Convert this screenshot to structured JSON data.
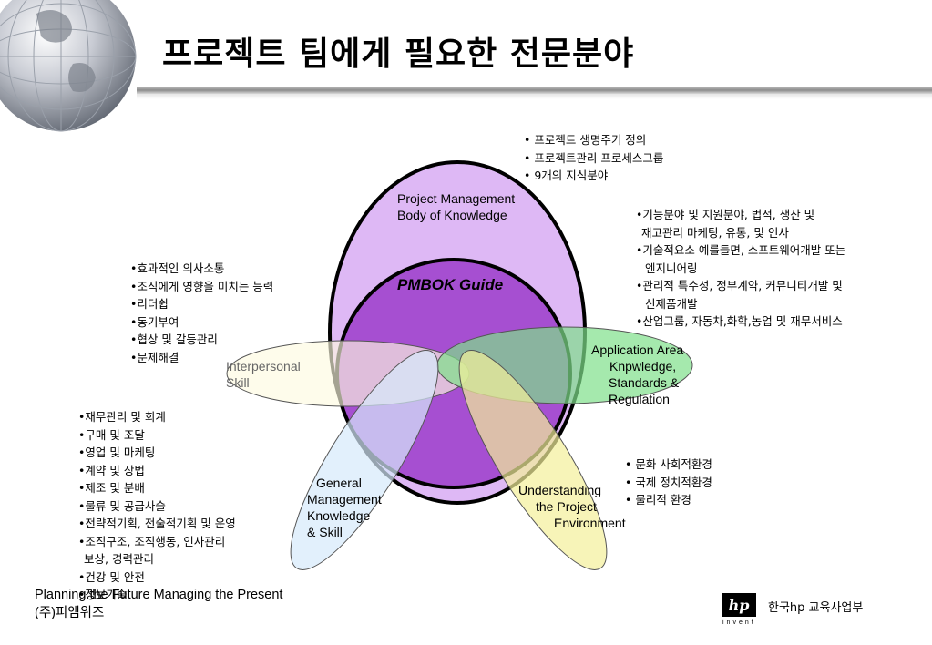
{
  "slide": {
    "title": "프로젝트 팀에게 필요한 전문분야"
  },
  "diagram": {
    "pm_body_label_line1": "Project Management",
    "pm_body_label_line2": "Body of Knowledge",
    "pmbok_guide": "PMBOK Guide",
    "interpersonal_line1": "Interpersonal",
    "interpersonal_line2": "Skill",
    "application_line1": "Application Area",
    "application_line2": "Knpwledge,",
    "application_line3": "Standards &",
    "application_line4": "Regulation",
    "general_line1": "General",
    "general_line2": "Management",
    "general_line3": "Knowledge",
    "general_line4": "& Skill",
    "environment_line1": "Understanding",
    "environment_line2": "the Project",
    "environment_line3": "Environment"
  },
  "lists": {
    "pm_notes": [
      "• 프로젝트 생명주기 정의",
      "• 프로젝트관리 프로세스그룹",
      "• 9개의 지식분야"
    ],
    "application_notes": [
      "•기능분야 및 지원분야, 법적, 생산 및",
      "  재고관리 마케팅, 유통, 및 인사",
      "•기술적요소 예를들면, 소프트웨어개발 또는",
      "  엔지니어링",
      "•관리적 특수성, 정부계약, 커뮤니티개발 및",
      "  신제품개발",
      "•산업그룹, 자동차,화학,농업 및 재무서비스"
    ],
    "interpersonal_notes": [
      "•효과적인 의사소통",
      "•조직에게 영향을 미치는 능력",
      "•리더쉽",
      "•동기부여",
      "•협상 및 갈등관리",
      "•문제해결"
    ],
    "general_notes": [
      "•재무관리 및 회계",
      "•구매 및 조달",
      "•영업 및 마케팅",
      "•계약 및 상법",
      "•제조 및 분배",
      "•물류 및 공급사슬",
      "•전략적기획, 전술적기획 및 운영",
      "•조직구조, 조직행동, 인사관리",
      "  보상, 경력관리",
      "•건강 및 안전",
      "•정보기술"
    ],
    "environment_notes": [
      "• 문화 사회적환경",
      "• 국제 정치적환경",
      "• 물리적 환경"
    ]
  },
  "footer": {
    "line1": "Planning the Future  Managing the Present",
    "line2": "(주)피엠위즈",
    "brand": "한국hp 교육사업부",
    "logo_text": "hp",
    "invent": "invent"
  },
  "colors": {
    "outer_ellipse": "#deb8f5",
    "inner_circle": "#a64fd1",
    "interpersonal": "#fdfbe0",
    "application": "#7fe08a",
    "general": "#d6e9fb",
    "environment": "#f4f09a"
  }
}
